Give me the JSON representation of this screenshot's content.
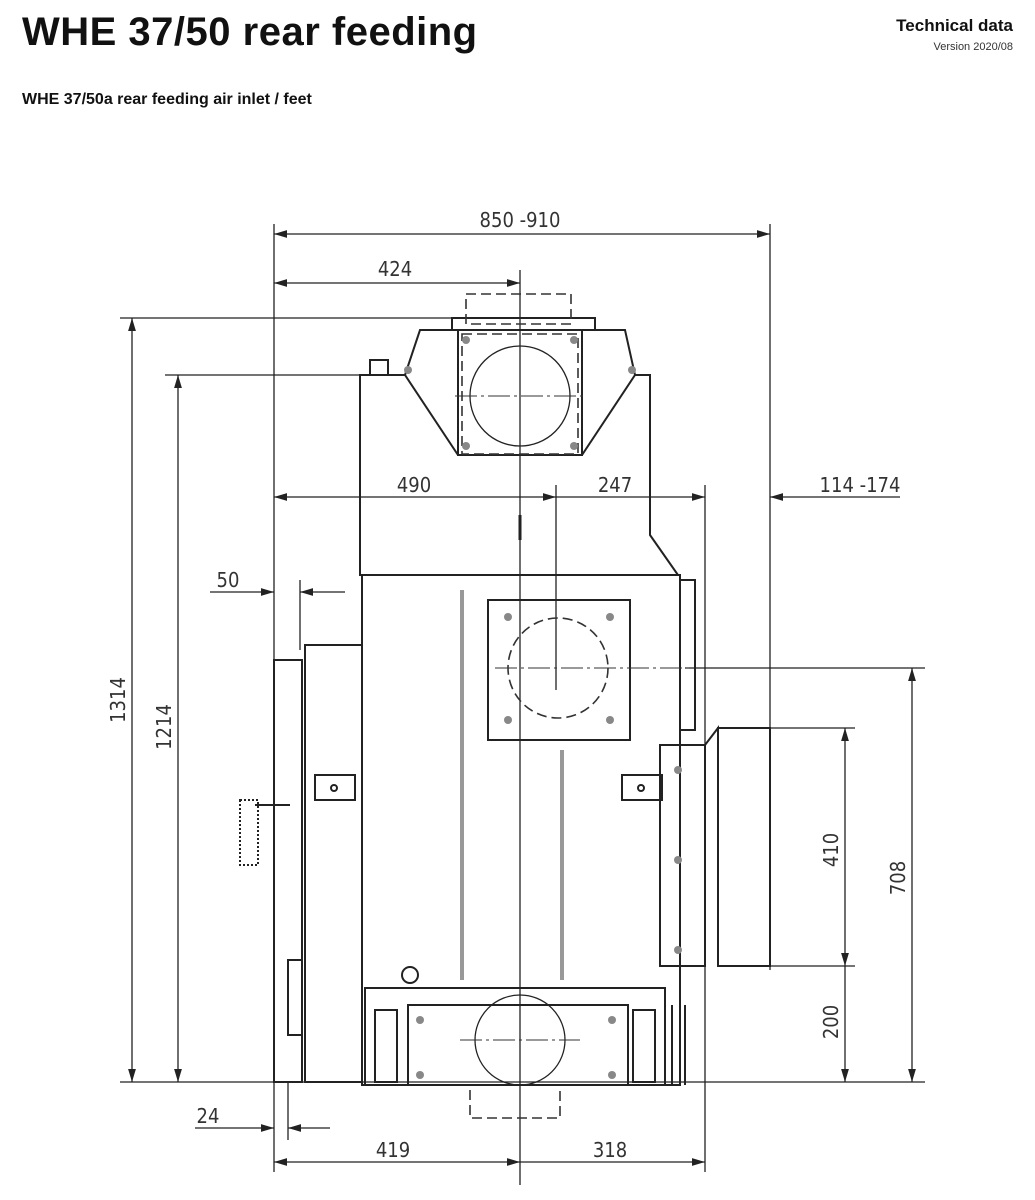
{
  "header": {
    "title": "WHE 37/50 rear feeding",
    "subtitle": "WHE 37/50a rear feeding air inlet / feet",
    "doc_type": "Technical data",
    "version": "Version 2020/08"
  },
  "drawing": {
    "dimensions": {
      "overall_width": "850 -910",
      "hopper_center": "424",
      "left_to_center": "490",
      "center_to_right": "247",
      "rear_offset": "114 -174",
      "left_offset": "50",
      "foot_offset": "24",
      "bottom_left": "419",
      "bottom_right": "318",
      "total_height": "1314",
      "body_height": "1214",
      "air_inlet_height": "410",
      "air_inlet_base": "200",
      "flue_height": "708"
    }
  }
}
